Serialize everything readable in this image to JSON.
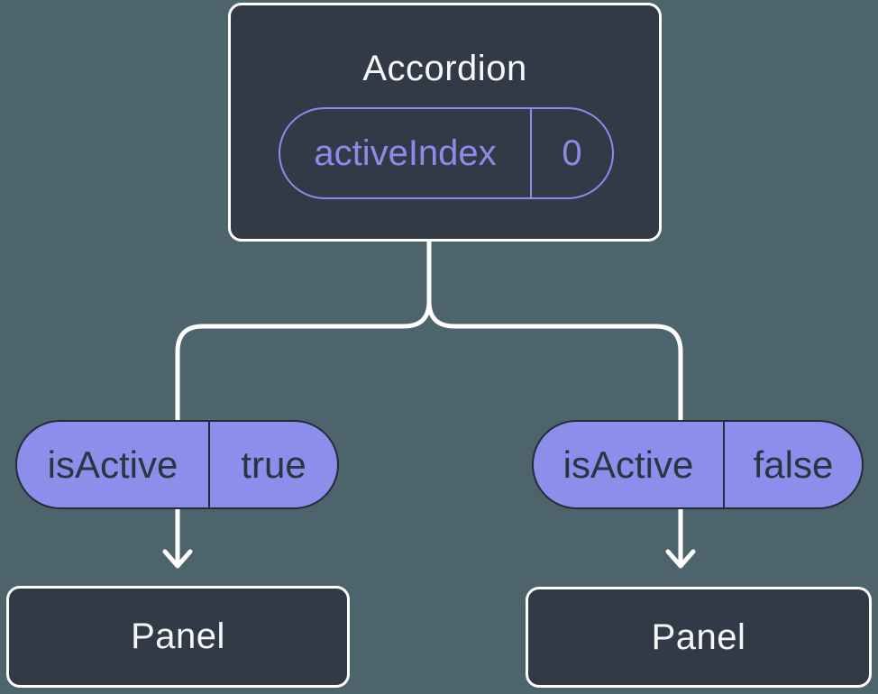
{
  "diagram_type": "react-component-tree",
  "colors": {
    "background": "#4D646D",
    "node_fill": "#333A47",
    "node_border": "#FFFFFF",
    "pill_fill": "#8C8EEB",
    "pill_border_dark": "#262B35",
    "pill_text_dark": "#2D3340",
    "prop_accent": "#8A8CE8",
    "text_light": "#F6F7F9",
    "connector": "#FFFFFF"
  },
  "tree": {
    "root": {
      "label": "Accordion",
      "prop": {
        "name": "activeIndex",
        "value": "0"
      }
    },
    "children": [
      {
        "prop": {
          "name": "isActive",
          "value": "true"
        },
        "label": "Panel"
      },
      {
        "prop": {
          "name": "isActive",
          "value": "false"
        },
        "label": "Panel"
      }
    ]
  }
}
